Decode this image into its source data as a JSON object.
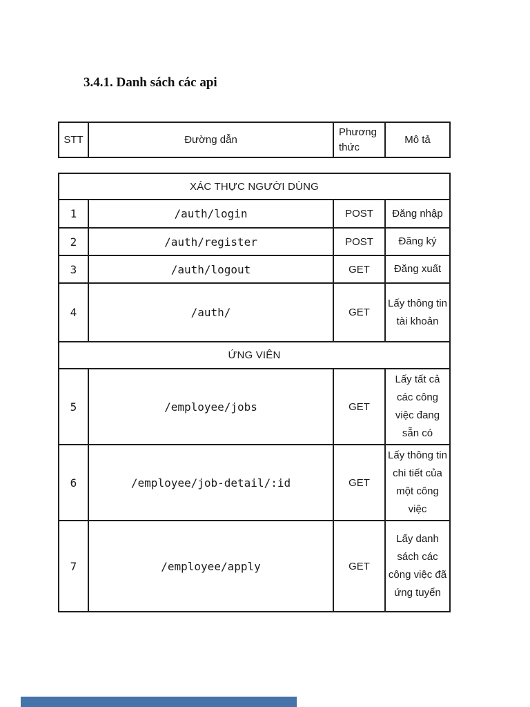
{
  "page": {
    "title": "3.4.1. Danh sách các api"
  },
  "header_table": {
    "columns": {
      "stt": "STT",
      "path": "Đường dẫn",
      "method": "Phương thức",
      "description": "Mô tả"
    }
  },
  "api": {
    "sections": [
      {
        "title": "XÁC THỰC NGƯỜI DÙNG",
        "rows": [
          {
            "stt": "1",
            "path": "/auth/login",
            "method": "POST",
            "description": "Đăng nhập"
          },
          {
            "stt": "2",
            "path": "/auth/register",
            "method": "POST",
            "description": "Đăng ký"
          },
          {
            "stt": "3",
            "path": "/auth/logout",
            "method": "GET",
            "description": "Đăng xuất"
          },
          {
            "stt": "4",
            "path": "/auth/",
            "method": "GET",
            "description": "Lấy thông tin tài khoản"
          }
        ]
      },
      {
        "title": "ỨNG VIÊN",
        "rows": [
          {
            "stt": "5",
            "path": "/employee/jobs",
            "method": "GET",
            "description": "Lấy tất cả các công việc đang sẵn có"
          },
          {
            "stt": "6",
            "path": "/employee/job-detail/:id",
            "method": "GET",
            "description": "Lấy thông tin chi tiết của một công việc"
          },
          {
            "stt": "7",
            "path": "/employee/apply",
            "method": "GET",
            "description": "Lấy danh sách các công việc đã ứng tuyển"
          }
        ]
      }
    ]
  },
  "footer": {
    "accent_bar_color": "#4474a9"
  }
}
